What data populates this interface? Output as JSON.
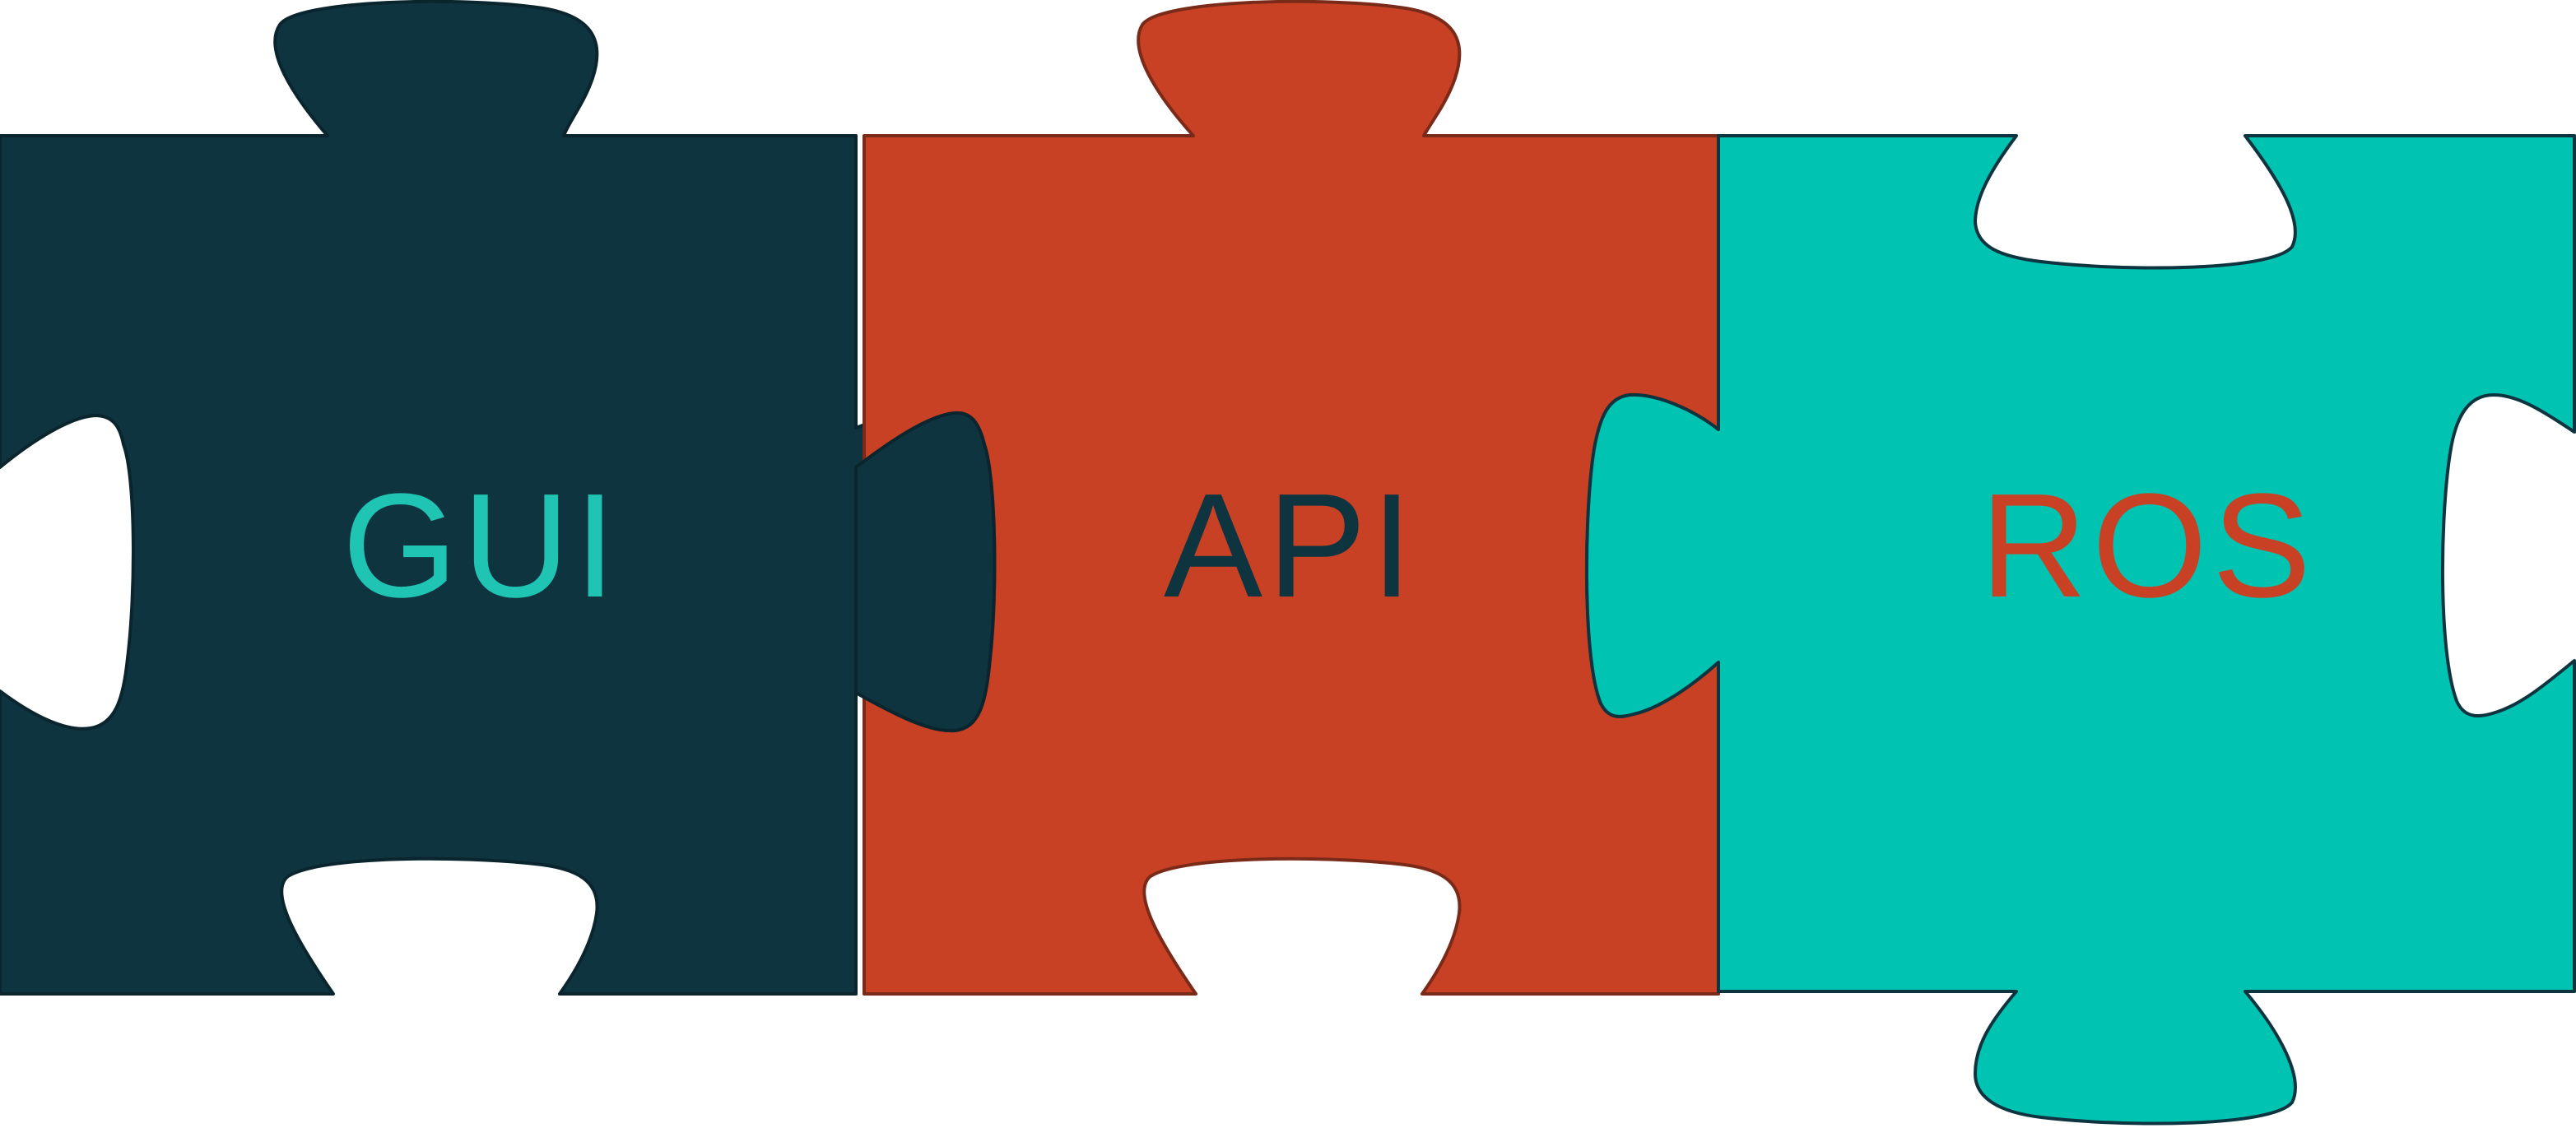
{
  "pieces": [
    {
      "id": "gui",
      "label": "GUI",
      "fill": "#0e3440",
      "stroke": "#0a252e",
      "text_color": "#1fc4b3"
    },
    {
      "id": "api",
      "label": "API",
      "fill": "#c94124",
      "stroke": "#7a2a18",
      "text_color": "#0e3440"
    },
    {
      "id": "ros",
      "label": "ROS",
      "fill": "#00c3b2",
      "stroke": "#0e3440",
      "text_color": "#c94124"
    }
  ]
}
